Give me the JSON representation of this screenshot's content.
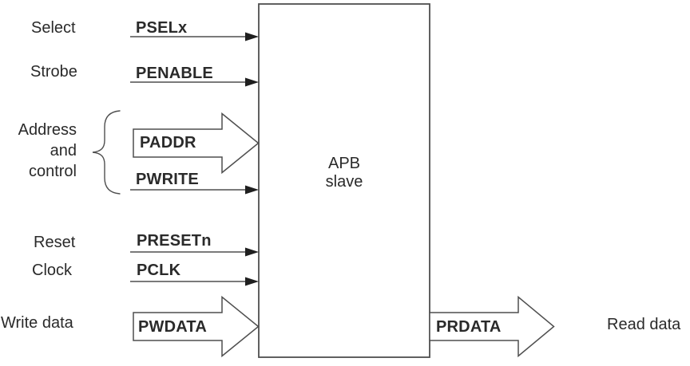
{
  "diagram": {
    "block": {
      "name": [
        "APB",
        "slave"
      ]
    },
    "left": [
      {
        "label": "Select",
        "signal": "PSELx",
        "arrow": "thin"
      },
      {
        "label": "Strobe",
        "signal": "PENABLE",
        "arrow": "thin"
      },
      {
        "label_lines": [
          "Address",
          "and",
          "control"
        ],
        "signals": [
          {
            "signal": "PADDR",
            "arrow": "wide"
          },
          {
            "signal": "PWRITE",
            "arrow": "thin"
          }
        ]
      },
      {
        "label": "Reset",
        "signal": "PRESETn",
        "arrow": "thin"
      },
      {
        "label": "Clock",
        "signal": "PCLK",
        "arrow": "thin"
      },
      {
        "label": "Write data",
        "signal": "PWDATA",
        "arrow": "wide"
      }
    ],
    "right": [
      {
        "label": "Read data",
        "signal": "PRDATA",
        "arrow": "wide"
      }
    ],
    "colors": {
      "background": "#ffffff",
      "stroke": "#4f4f4f",
      "arrowhead": "#1f1f1f",
      "text": "#2a2a2a"
    }
  }
}
